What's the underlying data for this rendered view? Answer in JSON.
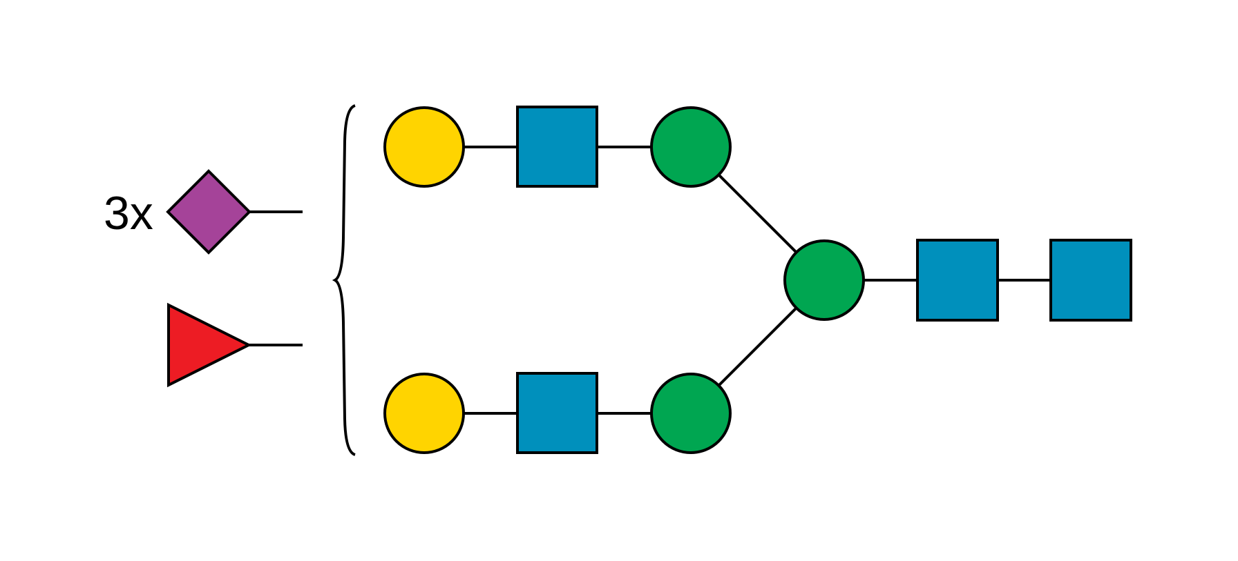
{
  "colors": {
    "galactose": "#FFD400",
    "glcnac": "#0090BC",
    "mannose": "#00A651",
    "neu5ac": "#A54399",
    "fucose": "#ED1C24",
    "outline": "#000000",
    "background": "#FFFFFF"
  },
  "legend": {
    "multiplier": "3x"
  },
  "nodes": [
    {
      "id": "gal-top",
      "shape": "circle",
      "color": "galactose"
    },
    {
      "id": "glcnac-top",
      "shape": "square",
      "color": "glcnac"
    },
    {
      "id": "man-top",
      "shape": "circle",
      "color": "mannose"
    },
    {
      "id": "gal-bottom",
      "shape": "circle",
      "color": "galactose"
    },
    {
      "id": "glcnac-bottom",
      "shape": "square",
      "color": "glcnac"
    },
    {
      "id": "man-bottom",
      "shape": "circle",
      "color": "mannose"
    },
    {
      "id": "man-core",
      "shape": "circle",
      "color": "mannose"
    },
    {
      "id": "glcnac-core-1",
      "shape": "square",
      "color": "glcnac"
    },
    {
      "id": "glcnac-core-2",
      "shape": "square",
      "color": "glcnac"
    },
    {
      "id": "neu5ac",
      "shape": "diamond",
      "color": "neu5ac"
    },
    {
      "id": "fucose",
      "shape": "triangle",
      "color": "fucose"
    }
  ],
  "links": [
    [
      "gal-top",
      "glcnac-top"
    ],
    [
      "glcnac-top",
      "man-top"
    ],
    [
      "man-top",
      "man-core"
    ],
    [
      "gal-bottom",
      "glcnac-bottom"
    ],
    [
      "glcnac-bottom",
      "man-bottom"
    ],
    [
      "man-bottom",
      "man-core"
    ],
    [
      "man-core",
      "glcnac-core-1"
    ],
    [
      "glcnac-core-1",
      "glcnac-core-2"
    ]
  ]
}
